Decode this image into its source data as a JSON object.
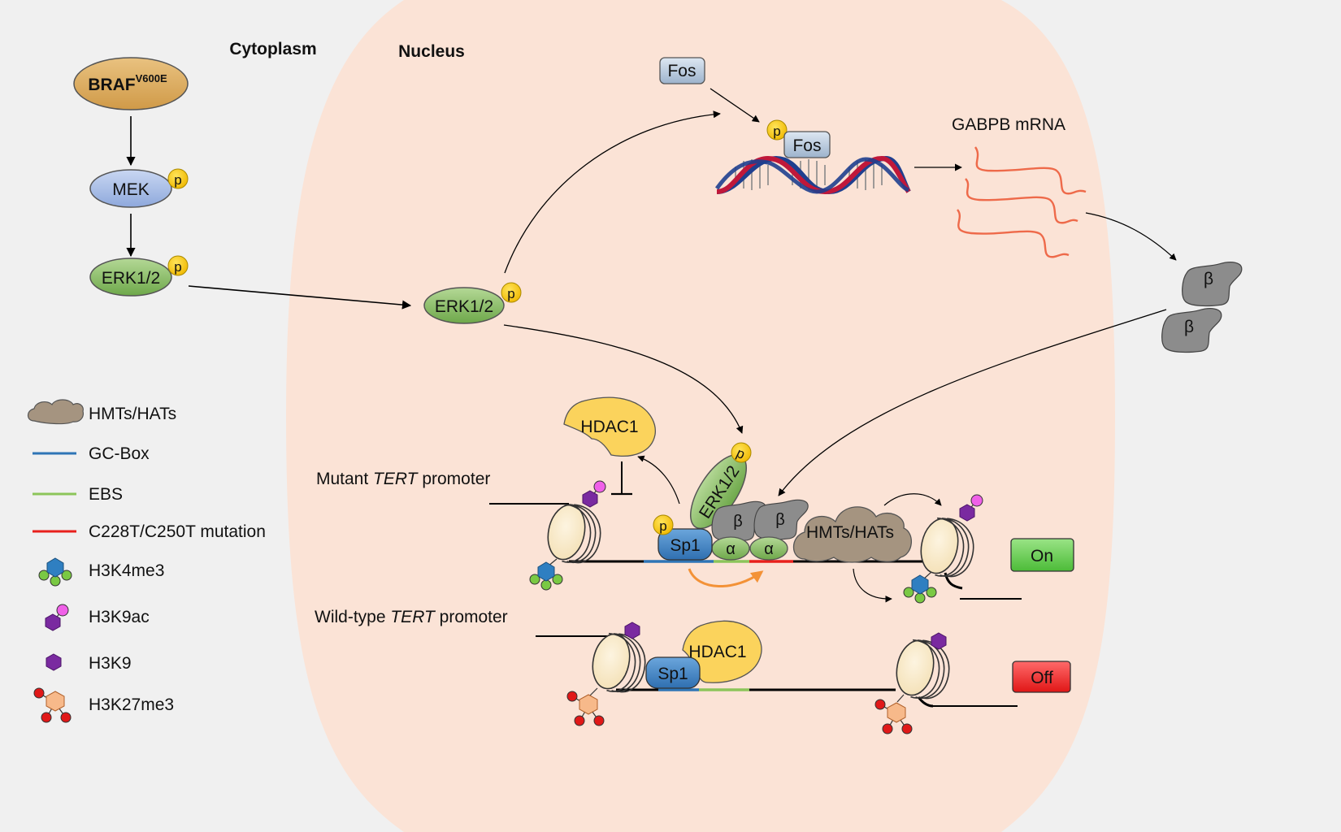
{
  "compartments": {
    "cytoplasm": "Cytoplasm",
    "nucleus": "Nucleus"
  },
  "kinases": {
    "braf": "BRAF",
    "braf_sup": "V600E",
    "mek": "MEK",
    "erk_cyto": "ERK1/2",
    "erk_nuc": "ERK1/2",
    "erk_promoter": "ERK1/2",
    "phospho": "p"
  },
  "fos": {
    "free": "Fos",
    "bound": "Fos"
  },
  "mrna": {
    "label": "GABPB mRNA"
  },
  "gabp": {
    "beta": "β",
    "alpha": "α"
  },
  "promoters": {
    "mutant_prefix": "Mutant ",
    "wildtype_prefix": "Wild-type ",
    "gene": "TERT",
    "suffix": " promoter"
  },
  "factors": {
    "hdac1": "HDAC1",
    "sp1": "Sp1",
    "hmts_hats": "HMTs/HATs"
  },
  "status": {
    "on": "On",
    "off": "Off"
  },
  "legend": {
    "hmts_hats": "HMTs/HATs",
    "gc_box": "GC-Box",
    "ebs": "EBS",
    "mutation": "C228T/C250T mutation",
    "h3k4me3": "H3K4me3",
    "h3k9ac": "H3K9ac",
    "h3k9": "H3K9",
    "h3k27me3": "H3K27me3"
  },
  "colors": {
    "background": "#f0f0f0",
    "nucleus": "#fbe3d6",
    "braf": "#dfae62",
    "mek": "#a8bde6",
    "erk": "#8fbe6a",
    "phospho": "#f7c600",
    "fos": "#b8c9dc",
    "sp1": "#4f8ecb",
    "alpha": "#97cc73",
    "beta": "#8c8c8c",
    "hdac1": "#fbd35c",
    "hmts": "#a59480",
    "gc_box": "#2e75b6",
    "ebs": "#8cc55a",
    "mutation": "#e8201c",
    "mrna": "#ee6a4a",
    "on": "#6fd15c",
    "off": "#f02a2a",
    "arrow_orange": "#f39237"
  }
}
